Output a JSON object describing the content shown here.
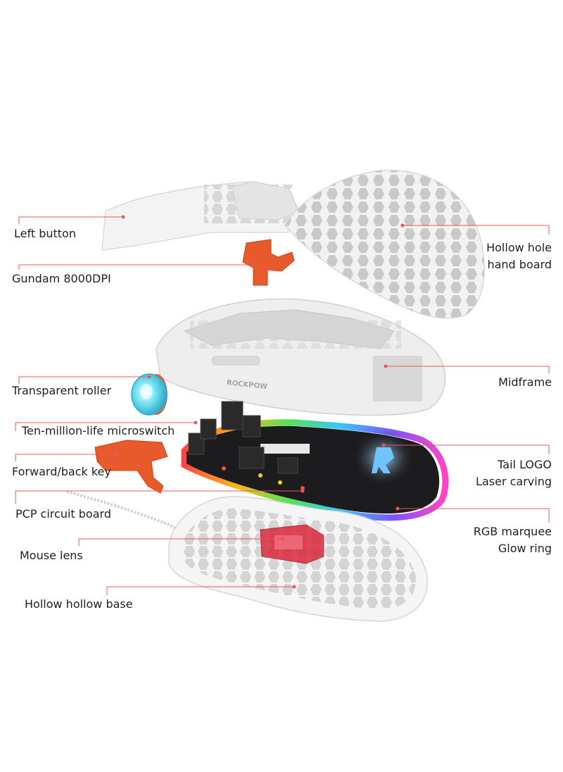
{
  "labels": {
    "left_button": "Left button",
    "gundam_sensor": "Gundam 8000DPI",
    "hollow_hand_board_1": "Hollow hole",
    "hollow_hand_board_2": "hand board",
    "midframe": "Midframe",
    "transparent_roller": "Transparent roller",
    "microswitch": "Ten-million-life microswitch",
    "forward_back_key": "Forward/back key",
    "tail_logo_1": "Tail LOGO",
    "tail_logo_2": "Laser carving",
    "pcp_circuit_board": "PCP circuit board",
    "rgb_1": "RGB marquee",
    "rgb_2": "Glow ring",
    "mouse_lens": "Mouse lens",
    "hollow_base": "Hollow hollow base"
  },
  "brand_mark": "ROCKPOW",
  "colors": {
    "leader_line": "#e8585a",
    "shell_white": "#f2f2f2",
    "accent_orange": "#e85a2c",
    "pcb_black": "#1c1c1e",
    "lens_red": "#d8283a"
  }
}
